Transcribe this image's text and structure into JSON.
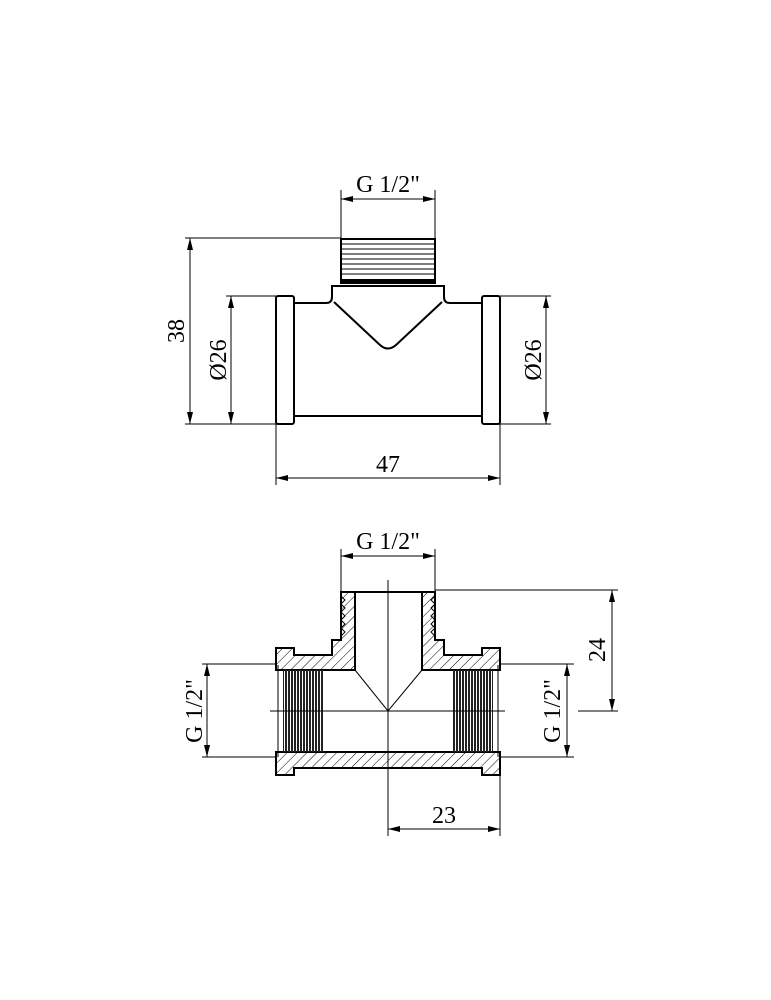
{
  "top_view": {
    "thread_label": "G 1/2\"",
    "height_label": "38",
    "left_diameter_label": "Ø26",
    "right_diameter_label": "Ø26",
    "length_label": "47"
  },
  "section_view": {
    "top_thread_label": "G 1/2\"",
    "left_thread_label": "G 1/2\"",
    "right_thread_label": "G 1/2\"",
    "branch_height_label": "24",
    "half_length_label": "23"
  },
  "colors": {
    "line": "#000000",
    "background": "#ffffff"
  }
}
